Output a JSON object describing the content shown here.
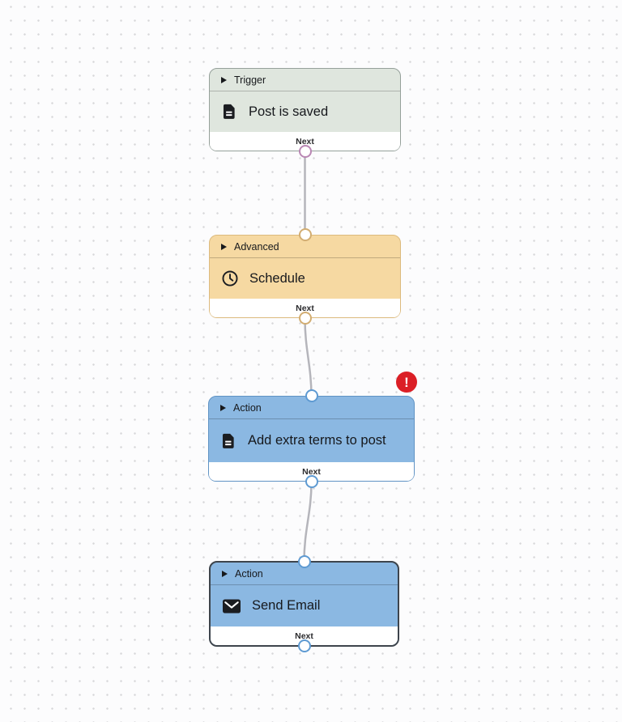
{
  "canvas": {
    "connector_color": "#b5b5bb",
    "error_color": "#db1f26",
    "nodes": [
      {
        "category": "Trigger",
        "title": "Post is saved",
        "icon": "document-icon",
        "footer_label": "Next",
        "colors": {
          "fill": "#dfe6de",
          "border": "#95a09a",
          "port": "#b987b4"
        }
      },
      {
        "category": "Advanced",
        "title": "Schedule",
        "icon": "clock-icon",
        "footer_label": "Next",
        "colors": {
          "fill": "#f6d9a2",
          "border": "#dcba7e",
          "port": "#d2ad72"
        }
      },
      {
        "category": "Action",
        "title": "Add extra terms to post",
        "icon": "document-icon",
        "footer_label": "Next",
        "error_badge": "!",
        "colors": {
          "fill": "#8bb8e2",
          "border": "#6093c4",
          "port": "#5e9ad2"
        }
      },
      {
        "category": "Action",
        "title": "Send Email",
        "icon": "envelope-icon",
        "footer_label": "Next",
        "selected": true,
        "colors": {
          "fill": "#8bb8e2",
          "border": "#3d444c",
          "port": "#5e9ad2"
        }
      }
    ]
  }
}
